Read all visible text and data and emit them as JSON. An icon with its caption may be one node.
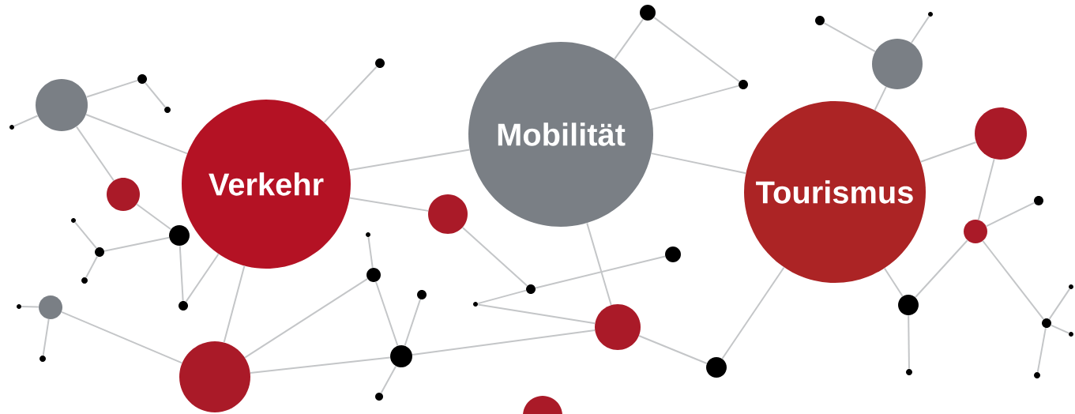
{
  "diagram": {
    "nodes": [
      {
        "text": [
          "Verkehr"
        ]
      },
      {
        "text": [
          "Mobilität"
        ]
      },
      {
        "text": [
          "Tourismus"
        ]
      },
      {
        "text": [],
        "shape": "circle"
      },
      {
        "text": [],
        "shape": "circle"
      },
      {
        "text": [],
        "shape": "circle"
      },
      {
        "text": [],
        "shape": "circle"
      },
      {
        "text": [],
        "shape": "circle"
      },
      {
        "text": [],
        "shape": "circle"
      },
      {
        "text": [],
        "shape": "circle"
      },
      {
        "text": [],
        "shape": "circle"
      },
      {
        "text": [],
        "shape": "circle"
      },
      {
        "text": [],
        "shape": "circle"
      },
      {
        "text": [],
        "shape": "circle"
      },
      {
        "text": [],
        "shape": "circle"
      },
      {
        "text": [],
        "shape": "circle"
      },
      {
        "text": [],
        "shape": "circle"
      },
      {
        "text": [],
        "shape": "circle"
      },
      {
        "text": [],
        "shape": "circle"
      },
      {
        "text": [],
        "shape": "circle"
      },
      {
        "text": [],
        "shape": "circle"
      },
      {
        "text": [],
        "shape": "circle"
      },
      {
        "text": [],
        "shape": "circle"
      },
      {
        "text": [],
        "shape": "circle"
      },
      {
        "text": [],
        "shape": "circle"
      },
      {
        "text": [],
        "shape": "circle"
      },
      {
        "text": [],
        "shape": "circle"
      },
      {
        "text": [],
        "shape": "circle"
      },
      {
        "text": [],
        "shape": "circle"
      },
      {
        "text": [],
        "shape": "circle"
      },
      {
        "text": [],
        "shape": "circle"
      },
      {
        "text": [],
        "shape": "circle"
      },
      {
        "text": [],
        "shape": "circle"
      },
      {
        "text": [],
        "shape": "circle"
      },
      {
        "text": [],
        "shape": "circle"
      },
      {
        "text": [],
        "shape": "circle"
      },
      {
        "text": [],
        "shape": "circle"
      },
      {
        "text": [],
        "shape": "circle"
      },
      {
        "text": [],
        "shape": "circle"
      },
      {
        "text": [],
        "shape": "circle"
      },
      {
        "text": [],
        "shape": "circle"
      },
      {
        "text": [],
        "shape": "circle"
      },
      {
        "text": [],
        "shape": "circle"
      },
      {
        "text": [],
        "shape": "circle"
      }
    ],
    "edges": [
      {
        "from": 3,
        "to": 4,
        "arrow": "none"
      },
      {
        "from": 3,
        "to": 5,
        "arrow": "none"
      },
      {
        "from": 5,
        "to": 6,
        "arrow": "none"
      },
      {
        "from": 3,
        "to": 0,
        "arrow": "none"
      },
      {
        "from": 3,
        "to": 7,
        "arrow": "none"
      },
      {
        "from": 7,
        "to": 9,
        "arrow": "none"
      },
      {
        "from": 9,
        "to": 10,
        "arrow": "none"
      },
      {
        "from": 10,
        "to": 8,
        "arrow": "none"
      },
      {
        "from": 10,
        "to": 11,
        "arrow": "none"
      },
      {
        "from": 9,
        "to": 12,
        "arrow": "none"
      },
      {
        "from": 12,
        "to": 0,
        "arrow": "none"
      },
      {
        "from": 13,
        "to": 14,
        "arrow": "none"
      },
      {
        "from": 13,
        "to": 15,
        "arrow": "none"
      },
      {
        "from": 13,
        "to": 16,
        "arrow": "none"
      },
      {
        "from": 16,
        "to": 0,
        "arrow": "none"
      },
      {
        "from": 16,
        "to": 20,
        "arrow": "none"
      },
      {
        "from": 16,
        "to": 22,
        "arrow": "none"
      },
      {
        "from": 0,
        "to": 17,
        "arrow": "none"
      },
      {
        "from": 0,
        "to": 1,
        "arrow": "none"
      },
      {
        "from": 0,
        "to": 18,
        "arrow": "none"
      },
      {
        "from": 19,
        "to": 20,
        "arrow": "none"
      },
      {
        "from": 20,
        "to": 22,
        "arrow": "none"
      },
      {
        "from": 21,
        "to": 22,
        "arrow": "none"
      },
      {
        "from": 22,
        "to": 23,
        "arrow": "none"
      },
      {
        "from": 22,
        "to": 26,
        "arrow": "none"
      },
      {
        "from": 18,
        "to": 25,
        "arrow": "none"
      },
      {
        "from": 24,
        "to": 25,
        "arrow": "none"
      },
      {
        "from": 25,
        "to": 30,
        "arrow": "none"
      },
      {
        "from": 24,
        "to": 26,
        "arrow": "none"
      },
      {
        "from": 1,
        "to": 26,
        "arrow": "none"
      },
      {
        "from": 26,
        "to": 31,
        "arrow": "none"
      },
      {
        "from": 1,
        "to": 28,
        "arrow": "none"
      },
      {
        "from": 28,
        "to": 29,
        "arrow": "none"
      },
      {
        "from": 1,
        "to": 29,
        "arrow": "none"
      },
      {
        "from": 1,
        "to": 2,
        "arrow": "none"
      },
      {
        "from": 2,
        "to": 33,
        "arrow": "none"
      },
      {
        "from": 33,
        "to": 32,
        "arrow": "none"
      },
      {
        "from": 33,
        "to": 34,
        "arrow": "none"
      },
      {
        "from": 2,
        "to": 35,
        "arrow": "none"
      },
      {
        "from": 2,
        "to": 31,
        "arrow": "none"
      },
      {
        "from": 2,
        "to": 36,
        "arrow": "none"
      },
      {
        "from": 35,
        "to": 37,
        "arrow": "none"
      },
      {
        "from": 37,
        "to": 36,
        "arrow": "none"
      },
      {
        "from": 37,
        "to": 38,
        "arrow": "none"
      },
      {
        "from": 37,
        "to": 40,
        "arrow": "none"
      },
      {
        "from": 36,
        "to": 39,
        "arrow": "none"
      },
      {
        "from": 40,
        "to": 41,
        "arrow": "none"
      },
      {
        "from": 40,
        "to": 42,
        "arrow": "none"
      },
      {
        "from": 40,
        "to": 43,
        "arrow": "none"
      }
    ]
  }
}
